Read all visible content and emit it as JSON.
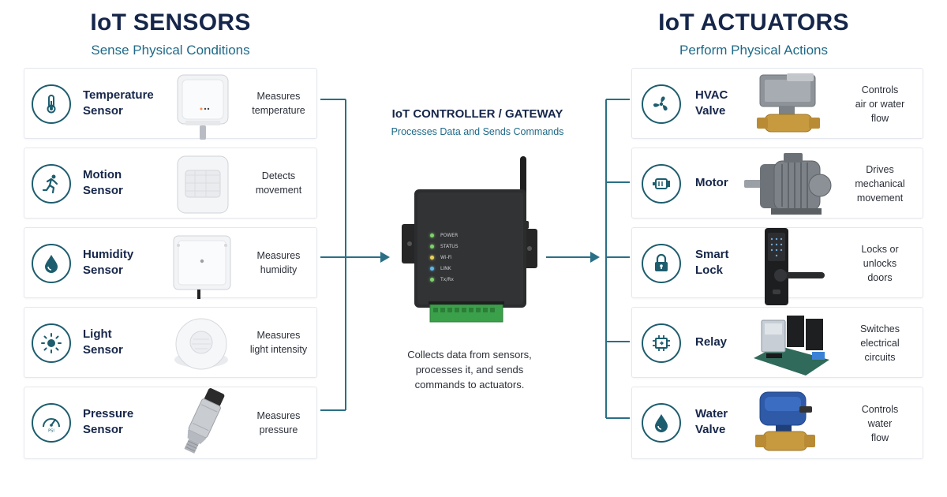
{
  "sensors": {
    "title": "IoT SENSORS",
    "subtitle": "Sense Physical Conditions",
    "items": [
      {
        "label_line1": "Temperature",
        "label_line2": "Sensor",
        "desc_line1": "Measures",
        "desc_line2": "temperature",
        "desc_line3": "",
        "icon": "thermometer-icon"
      },
      {
        "label_line1": "Motion",
        "label_line2": "Sensor",
        "desc_line1": "Detects",
        "desc_line2": "movement",
        "desc_line3": "",
        "icon": "running-person-icon"
      },
      {
        "label_line1": "Humidity",
        "label_line2": "Sensor",
        "desc_line1": "Measures",
        "desc_line2": "humidity",
        "desc_line3": "",
        "icon": "droplet-icon"
      },
      {
        "label_line1": "Light",
        "label_line2": "Sensor",
        "desc_line1": "Measures",
        "desc_line2": "light intensity",
        "desc_line3": "",
        "icon": "sun-icon"
      },
      {
        "label_line1": "Pressure",
        "label_line2": "Sensor",
        "desc_line1": "Measures",
        "desc_line2": "pressure",
        "desc_line3": "",
        "icon": "gauge-icon"
      }
    ]
  },
  "gateway": {
    "title": "IoT CONTROLLER / GATEWAY",
    "subtitle": "Processes Data and Sends Commands",
    "leds": [
      "POWER",
      "STATUS",
      "Wi-Fi",
      "LINK",
      "Tx/Rx"
    ],
    "led_colors": [
      "#7fd36b",
      "#7fd36b",
      "#e9d35a",
      "#5fb6e8",
      "#7fd36b"
    ],
    "desc_line1": "Collects data from sensors,",
    "desc_line2": "processes it, and sends",
    "desc_line3": "commands to actuators."
  },
  "actuators": {
    "title": "IoT ACTUATORS",
    "subtitle": "Perform Physical Actions",
    "items": [
      {
        "label_line1": "HVAC",
        "label_line2": "Valve",
        "desc_line1": "Controls",
        "desc_line2": "air or water",
        "desc_line3": "flow",
        "icon": "fan-icon"
      },
      {
        "label_line1": "Motor",
        "label_line2": "",
        "desc_line1": "Drives",
        "desc_line2": "mechanical",
        "desc_line3": "movement",
        "icon": "motor-icon"
      },
      {
        "label_line1": "Smart",
        "label_line2": "Lock",
        "desc_line1": "Locks or",
        "desc_line2": "unlocks",
        "desc_line3": "doors",
        "icon": "padlock-icon"
      },
      {
        "label_line1": "Relay",
        "label_line2": "",
        "desc_line1": "Switches",
        "desc_line2": "electrical",
        "desc_line3": "circuits",
        "icon": "chip-icon"
      },
      {
        "label_line1": "Water",
        "label_line2": "Valve",
        "desc_line1": "Controls",
        "desc_line2": "water",
        "desc_line3": "flow",
        "icon": "water-drop-icon"
      }
    ]
  },
  "colors": {
    "accent": "#1d5d6e",
    "title": "#16264a",
    "subtitle": "#1f6a88",
    "connector": "#2a6f86"
  }
}
